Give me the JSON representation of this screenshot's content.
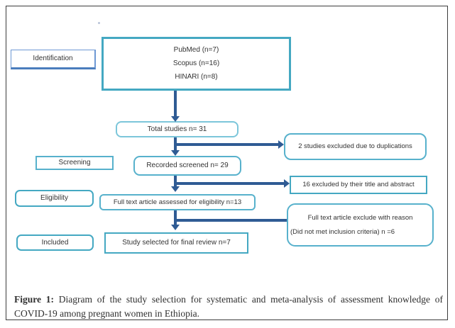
{
  "diagram": {
    "stages": [
      {
        "label": "Identification"
      },
      {
        "label": "Screening"
      },
      {
        "label": "Eligibility"
      },
      {
        "label": "Included"
      }
    ],
    "nodes": {
      "sources": {
        "line1": "PubMed (n=7)",
        "line2": "Scopus (n=16)",
        "line3": "HINARI (n=8)"
      },
      "total_studies": "Total studies n= 31",
      "recorded_screened": "Recorded screened n= 29",
      "fulltext_assessed": "Full text article assessed for eligibility n=13",
      "study_selected": "Study selected for final review n=7"
    },
    "exclusions": {
      "duplications": "2 studies excluded due to duplications",
      "title_abstract": "16 excluded by their title and abstract",
      "fulltext_line1": "Full text article exclude with reason",
      "fulltext_line2": "(Did not met inclusion criteria) n =6"
    }
  },
  "caption": {
    "label": "Figure 1:",
    "text": " Diagram of the study selection for systematic and meta-analysis of assessment knowledge of COVID-19 among pregnant women in Ethiopia."
  },
  "colors": {
    "teal": "#44a8c2",
    "teal_mid": "#57b1cc",
    "teal_light": "#7cc6da",
    "blue_label": "#6d98d4",
    "blue_label_dark": "#4a7dbd",
    "arrow_navy": "#2f5b94",
    "border_gray": "#3c3c3c",
    "text_dark": "#333333",
    "caption_text": "#2f2f2f"
  }
}
